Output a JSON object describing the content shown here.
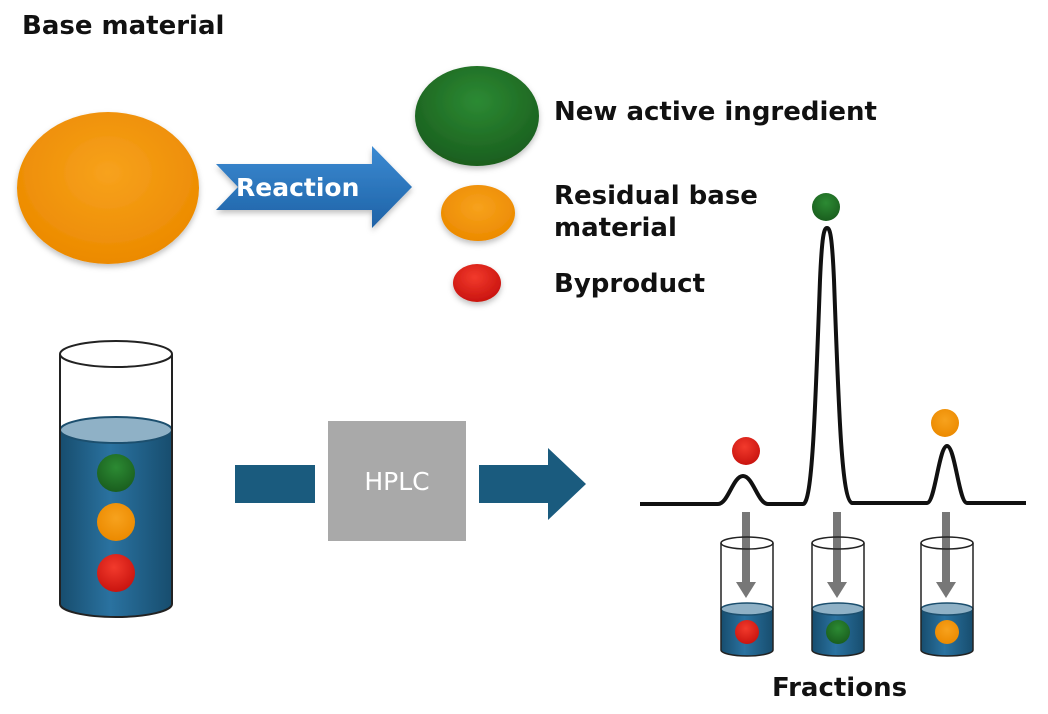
{
  "labels": {
    "base_material": "Base material",
    "reaction": "Reaction",
    "new_active_ingredient": "New active ingredient",
    "residual_base_material_line1": "Residual base",
    "residual_base_material_line2": "material",
    "byproduct": "Byproduct",
    "hplc": "HPLC",
    "fractions": "Fractions"
  },
  "colors": {
    "base_orange": "#f28f00",
    "ingredient_green": "#1f6b24",
    "byproduct_red": "#e0201a",
    "arrow_blue": "#2a78c0",
    "liquid_blue": "#1e5f86",
    "pipe_blue": "#1a5b7e",
    "hplc_gray": "#a9a9a9",
    "drip_gray": "#777777",
    "chromatogram_line": "#111111"
  }
}
